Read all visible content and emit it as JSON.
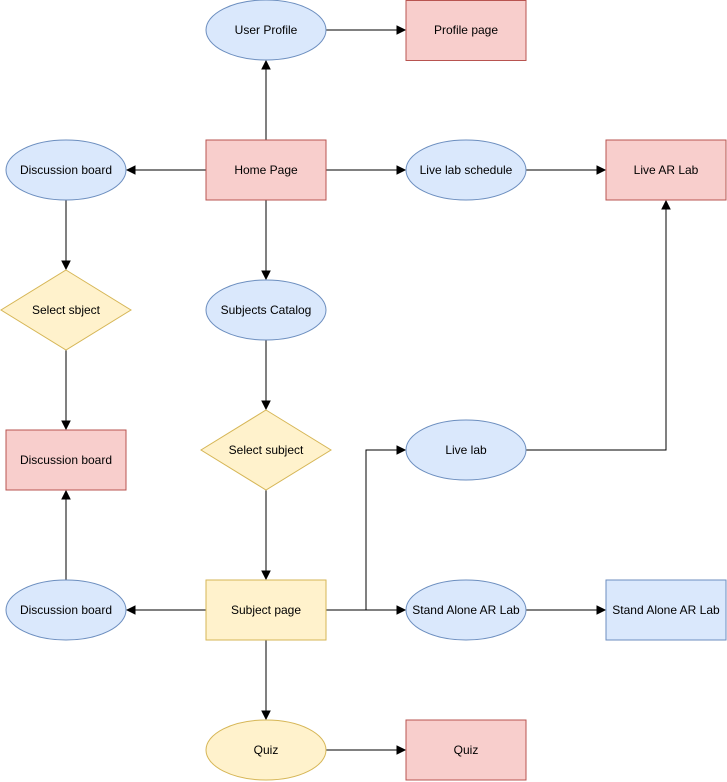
{
  "colors": {
    "red_fill": "#f8cecc",
    "red_stroke": "#b85450",
    "blue_fill": "#dae8fc",
    "blue_stroke": "#6c8ebf",
    "yellow_fill": "#fff2cc",
    "yellow_stroke": "#d6b656",
    "edge": "#000000"
  },
  "nodes": {
    "user_profile": "User Profile",
    "profile_page": "Profile page",
    "discussion_board_top": "Discussion board",
    "home_page": "Home Page",
    "live_lab_schedule": "Live lab schedule",
    "live_ar_lab": "Live AR Lab",
    "select_sbject": "Select sbject",
    "subjects_catalog": "Subjects Catalog",
    "select_subject": "Select subject",
    "discussion_board_mid": "Discussion board",
    "live_lab": "Live lab",
    "discussion_board_bottom": "Discussion board",
    "subject_page": "Subject page",
    "stand_alone_ar_lab_ellipse": "Stand Alone AR Lab",
    "stand_alone_ar_lab_rect": "Stand Alone AR Lab",
    "quiz_ellipse": "Quiz",
    "quiz_rect": "Quiz"
  }
}
